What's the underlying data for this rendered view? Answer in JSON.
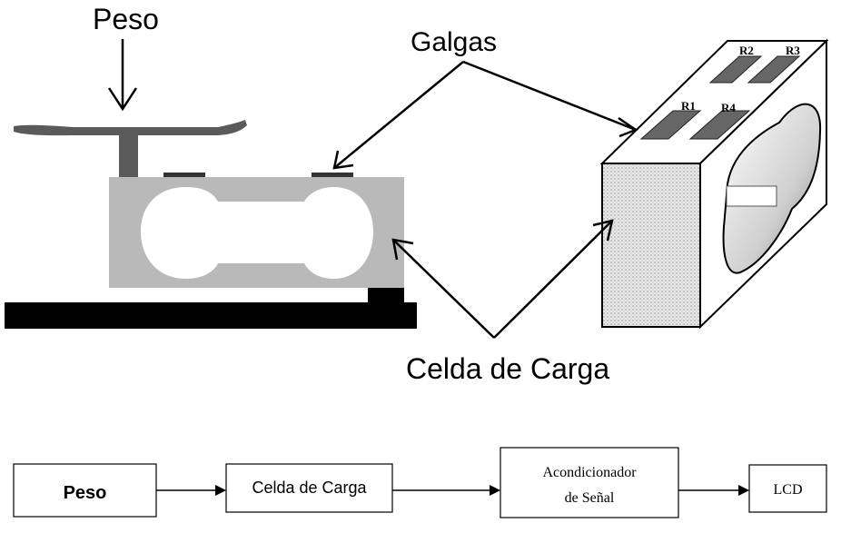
{
  "labels": {
    "peso": "Peso",
    "galgas": "Galgas",
    "celda": "Celda de Carga",
    "r1": "R1",
    "r2": "R2",
    "r3": "R3",
    "r4": "R4"
  },
  "flow": {
    "box1": "Peso",
    "box2": "Celda de Carga",
    "box3_line1": "Acondicionador",
    "box3_line2": "de Señal",
    "box4": "LCD"
  },
  "colors": {
    "cell_fill": "#b9b9b9",
    "base": "#000000",
    "platform": "#555555"
  }
}
